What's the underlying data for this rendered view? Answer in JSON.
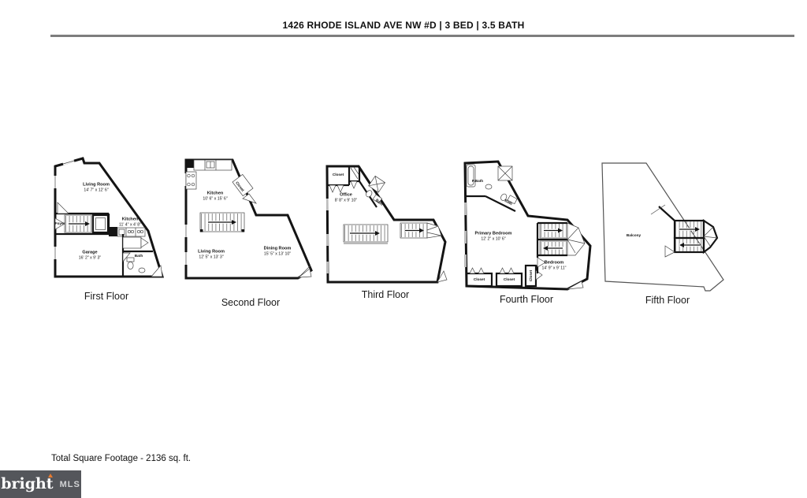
{
  "header": {
    "title": "1426 RHODE ISLAND AVE NW #D | 3 BED | 3.5 BATH"
  },
  "floors": [
    {
      "label": "First Floor",
      "rooms": [
        {
          "name": "Living Room",
          "dims": "14' 7\" x 12' 6\""
        },
        {
          "name": "Foyer",
          "dims": ""
        },
        {
          "name": "Kitchen",
          "dims": "11' 4\" x 4' 8\""
        },
        {
          "name": "Garage",
          "dims": "16' 2\" x 9' 3\""
        },
        {
          "name": "Bath",
          "dims": ""
        }
      ]
    },
    {
      "label": "Second Floor",
      "rooms": [
        {
          "name": "Kitchen",
          "dims": "10' 6\" x 15' 6\""
        },
        {
          "name": "Closet",
          "dims": ""
        },
        {
          "name": "Living Room",
          "dims": "12' 5\" x 13' 3\""
        },
        {
          "name": "Dining Room",
          "dims": "15' 5\" x 13' 10\""
        }
      ]
    },
    {
      "label": "Third Floor",
      "rooms": [
        {
          "name": "Closet",
          "dims": ""
        },
        {
          "name": "Office",
          "dims": "8' 8\" x 9' 10\""
        },
        {
          "name": "Bath",
          "dims": ""
        }
      ]
    },
    {
      "label": "Fourth Floor",
      "rooms": [
        {
          "name": "P.Bath",
          "dims": ""
        },
        {
          "name": "Bath",
          "dims": ""
        },
        {
          "name": "Primary Bedroom",
          "dims": "12' 2\" x 10' 6\""
        },
        {
          "name": "Bedroom",
          "dims": "14' 9\" x 9' 11\""
        },
        {
          "name": "Closet",
          "dims": ""
        },
        {
          "name": "Closet",
          "dims": ""
        },
        {
          "name": "Closet",
          "dims": ""
        }
      ]
    },
    {
      "label": "Fifth Floor",
      "rooms": [
        {
          "name": "Balcony",
          "dims": ""
        }
      ]
    }
  ],
  "footer": {
    "total_sqft": "Total Square Footage - 2136 sq. ft."
  },
  "logo": {
    "brand": "bright",
    "tm": "TM",
    "suffix": "MLS"
  },
  "colors": {
    "wall": "#141414",
    "divider": "#7d7d7d",
    "logo_bg": "#54565b",
    "accent_orange": "#e87a30"
  }
}
